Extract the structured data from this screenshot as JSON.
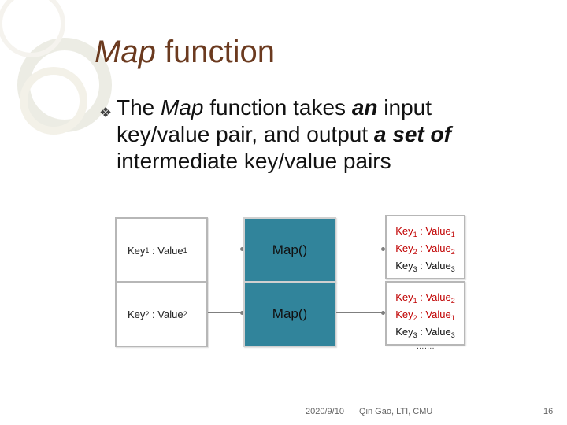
{
  "title": {
    "italic": "Map",
    "rest": "function"
  },
  "bullet": {
    "before": "The ",
    "map_word": "Map",
    "mid1": " function takes ",
    "an": "an",
    "mid2": " input",
    "line2_a": "key/value pair, and output ",
    "set_of": "a set of",
    "line3": "intermediate key/value pairs"
  },
  "diagram": {
    "rows": [
      {
        "input": {
          "key": "Key",
          "key_sub": "1",
          "sep": " : ",
          "value": "Value",
          "value_sub": "1"
        },
        "map_label": "Map()",
        "outputs": [
          {
            "key": "Key",
            "key_sub": "1",
            "value": "Value",
            "value_sub": "1"
          },
          {
            "key": "Key",
            "key_sub": "2",
            "value": "Value",
            "value_sub": "2"
          },
          {
            "key": "Key",
            "key_sub": "3",
            "value": "Value",
            "value_sub": "3"
          }
        ],
        "dots": "……."
      },
      {
        "input": {
          "key": "Key",
          "key_sub": "2",
          "sep": " : ",
          "value": "Value",
          "value_sub": "2"
        },
        "map_label": "Map()",
        "outputs": [
          {
            "key": "Key",
            "key_sub": "1",
            "value": "Value",
            "value_sub": "2"
          },
          {
            "key": "Key",
            "key_sub": "2",
            "value": "Value",
            "value_sub": "1"
          },
          {
            "key": "Key",
            "key_sub": "3",
            "value": "Value",
            "value_sub": "3"
          }
        ],
        "dots": "……."
      }
    ]
  },
  "footer": {
    "date": "2020/9/10",
    "author": "Qin Gao, LTI, CMU",
    "page": "16"
  },
  "colors": {
    "title": "#6b3a1f",
    "map_box": "#31849b",
    "output_text": "#c00000"
  },
  "sep_out": " : "
}
